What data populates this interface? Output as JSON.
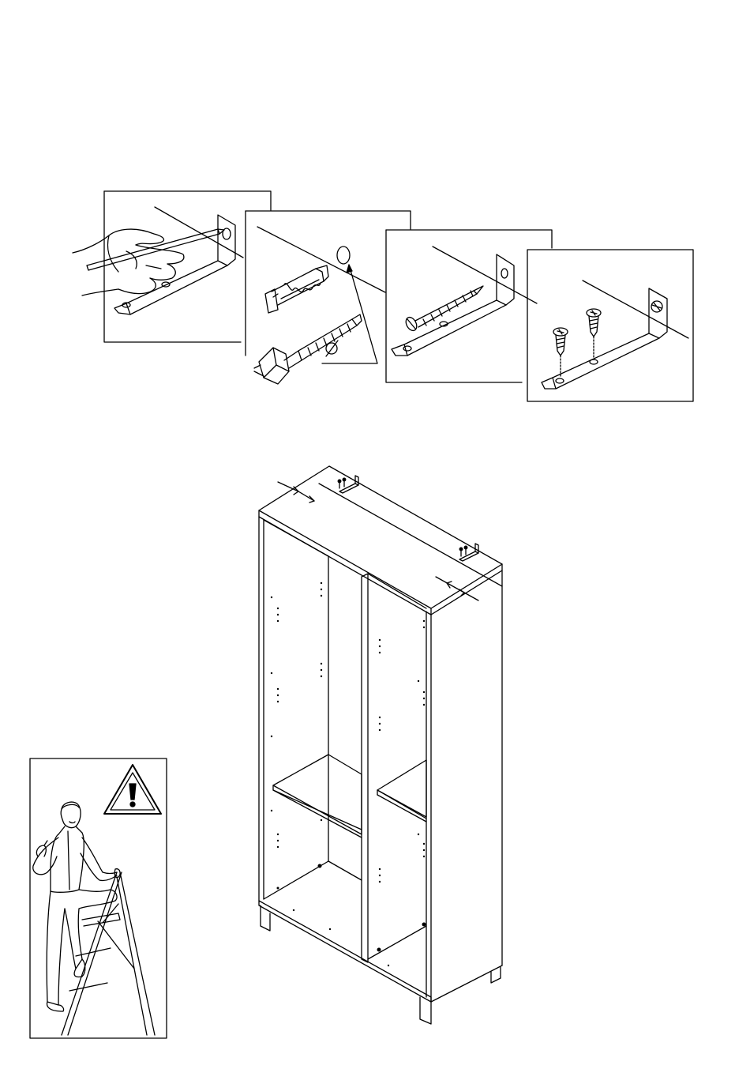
{
  "page": {
    "background": "#ffffff",
    "ink": "#000000"
  },
  "steps": [
    {
      "panel": "mark-drill-hole",
      "icons": [
        "hand-icon",
        "pencil-icon",
        "angle-bracket-icon"
      ]
    },
    {
      "panel": "insert-wall-plug",
      "icons": [
        "wall-plug-icon",
        "drill-bit-icon",
        "diameter-symbol"
      ]
    },
    {
      "panel": "screw-bracket-to-wall",
      "icons": [
        "wall-screw-icon",
        "angle-bracket-icon"
      ]
    },
    {
      "panel": "screw-bracket-to-cabinet",
      "icons": [
        "wood-screw-icon",
        "angle-bracket-icon"
      ]
    }
  ],
  "warning": {
    "icons": [
      "warning-triangle-icon",
      "person-on-stepladder-icon"
    ]
  },
  "assembly": {
    "icons": [
      "wardrobe-cabinet-icon",
      "angle-bracket-icon"
    ]
  }
}
